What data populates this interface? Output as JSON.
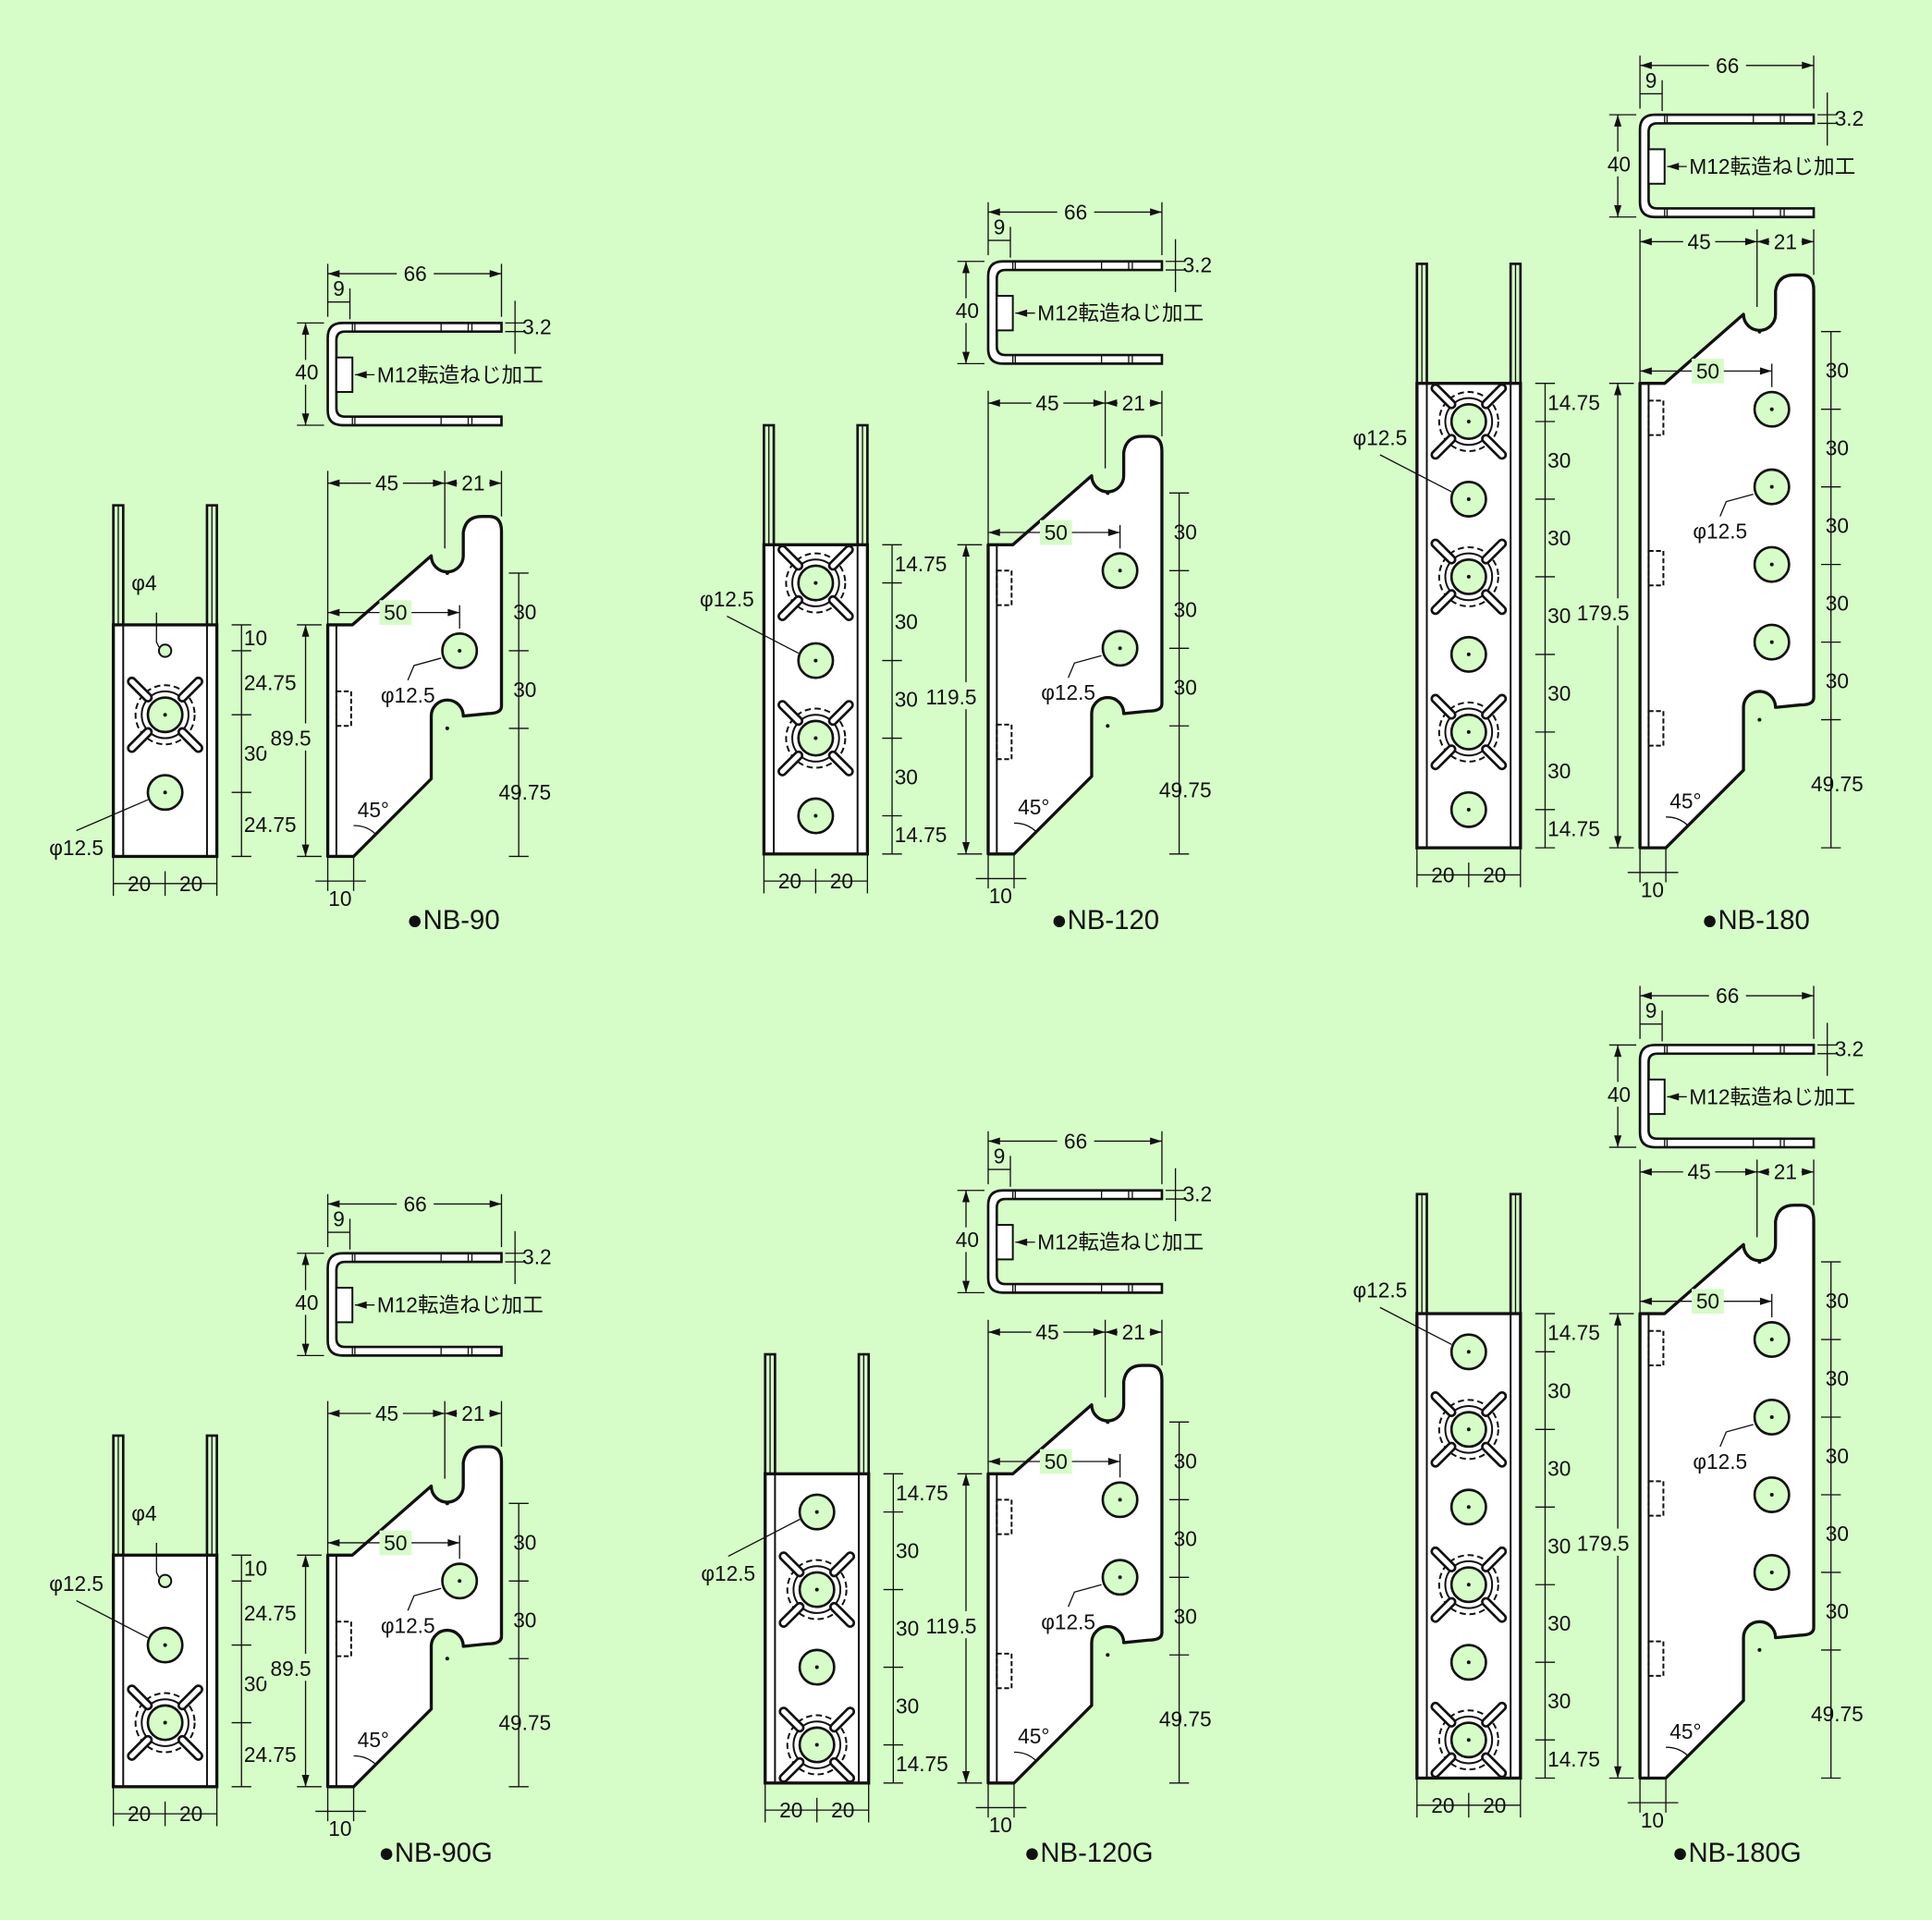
{
  "colors": {
    "background": "#d6fcc8",
    "line": "#111111",
    "part_fill": "#ffffff",
    "hole_fill": "#d6fcc8"
  },
  "common": {
    "top_width": "66",
    "top_lip": "9",
    "thickness": "3.2",
    "top_height": "40",
    "thread_note": "M12転造ねじ加工",
    "side_45": "45",
    "side_21": "21",
    "side_50": "50",
    "hole_dia": "φ12.5",
    "angle": "45°",
    "bottom_10": "10",
    "width_left": "20",
    "width_right": "20",
    "small_hole_dia": "φ4"
  },
  "variants": [
    {
      "label": "●NB-90",
      "height": "89.5",
      "front_dims": [
        "10",
        "24.75",
        "30",
        "24.75"
      ],
      "front_holes": [
        "small",
        "cross",
        "plain"
      ],
      "side_dims": [
        "30",
        "30",
        "49.75"
      ]
    },
    {
      "label": "●NB-120",
      "height": "119.5",
      "front_dims": [
        "14.75",
        "30",
        "30",
        "30",
        "14.75"
      ],
      "front_holes": [
        "cross",
        "plain",
        "cross",
        "plain"
      ],
      "side_dims": [
        "30",
        "30",
        "30",
        "49.75"
      ]
    },
    {
      "label": "●NB-180",
      "height": "179.5",
      "front_dims": [
        "14.75",
        "30",
        "30",
        "30",
        "30",
        "30",
        "14.75"
      ],
      "front_holes": [
        "cross",
        "plain",
        "cross",
        "plain",
        "cross",
        "plain"
      ],
      "side_dims": [
        "30",
        "30",
        "30",
        "30",
        "30",
        "49.75"
      ]
    },
    {
      "label": "●NB-90G",
      "height": "89.5",
      "front_dims": [
        "10",
        "24.75",
        "30",
        "24.75"
      ],
      "front_holes": [
        "small",
        "plain",
        "cross"
      ],
      "side_dims": [
        "30",
        "30",
        "49.75"
      ]
    },
    {
      "label": "●NB-120G",
      "height": "119.5",
      "front_dims": [
        "14.75",
        "30",
        "30",
        "30",
        "14.75"
      ],
      "front_holes": [
        "plain",
        "cross",
        "plain",
        "cross"
      ],
      "side_dims": [
        "30",
        "30",
        "30",
        "49.75"
      ]
    },
    {
      "label": "●NB-180G",
      "height": "179.5",
      "front_dims": [
        "14.75",
        "30",
        "30",
        "30",
        "30",
        "30",
        "14.75"
      ],
      "front_holes": [
        "plain",
        "cross",
        "plain",
        "cross",
        "plain",
        "cross"
      ],
      "side_dims": [
        "30",
        "30",
        "30",
        "30",
        "30",
        "49.75"
      ]
    }
  ]
}
